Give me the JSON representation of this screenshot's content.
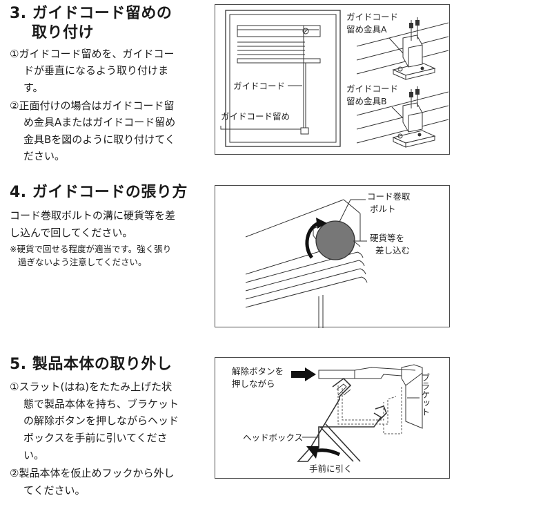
{
  "s3": {
    "title1": "3. ガイドコード留めの",
    "title2": "取り付け",
    "p1": [
      "①ガイドコード留めを、ガイドコー",
      "ドが垂直になるよう取り付けま",
      "す。"
    ],
    "p2": [
      "②正面付けの場合はガイドコード留",
      "め金具Aまたはガイドコード留め",
      "金具Bを図のように取り付けてく",
      "ださい。"
    ],
    "fig": {
      "guide_cord": "ガイドコード",
      "guide_cord_stop": "ガイドコード留め",
      "bracket_a": [
        "ガイドコード",
        "留め金具A"
      ],
      "bracket_b": [
        "ガイドコード",
        "留め金具B"
      ]
    }
  },
  "s4": {
    "title": "4. ガイドコードの張り方",
    "p": [
      "コード巻取ボルトの溝に硬貨等を差",
      "し込んで回してください。"
    ],
    "note": [
      "※硬貨で回せる程度が適当です。強く張り",
      "過ぎないよう注意してください。"
    ],
    "fig": {
      "bolt": [
        "コード巻取",
        "ボルト"
      ],
      "coin": [
        "硬貨等を",
        "差し込む"
      ]
    }
  },
  "s5": {
    "title": "5. 製品本体の取り外し",
    "p1": [
      "①スラット(はね)をたたみ上げた状",
      "態で製品本体を持ち、ブラケット",
      "の解除ボタンを押しながらヘッド",
      "ボックスを手前に引いてくださ",
      "い。"
    ],
    "p2": [
      "②製品本体を仮止めフックから外し",
      "てください。"
    ],
    "fig": {
      "release": [
        "解除ボタンを",
        "押しながら"
      ],
      "bracket": "ブラケット",
      "headbox": "ヘッドボックス",
      "pull": "手前に引く"
    }
  }
}
